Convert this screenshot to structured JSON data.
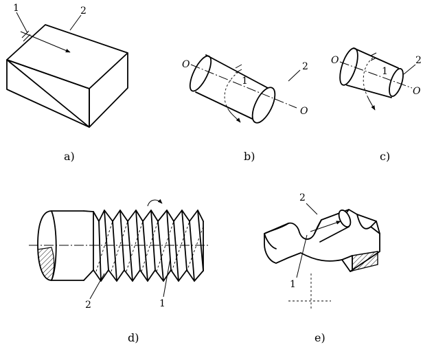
{
  "panels": [
    {
      "id": "a",
      "caption": "a)",
      "labels": [
        "1",
        "2"
      ]
    },
    {
      "id": "b",
      "caption": "b)",
      "labels": [
        "1",
        "2"
      ],
      "axis_labels": [
        "O",
        "O"
      ]
    },
    {
      "id": "c",
      "caption": "c)",
      "labels": [
        "1",
        "2"
      ],
      "axis_labels": [
        "O",
        "O"
      ]
    },
    {
      "id": "d",
      "caption": "d)",
      "labels": [
        "2",
        "1"
      ]
    },
    {
      "id": "e",
      "caption": "e)",
      "labels": [
        "2",
        "1"
      ]
    }
  ]
}
